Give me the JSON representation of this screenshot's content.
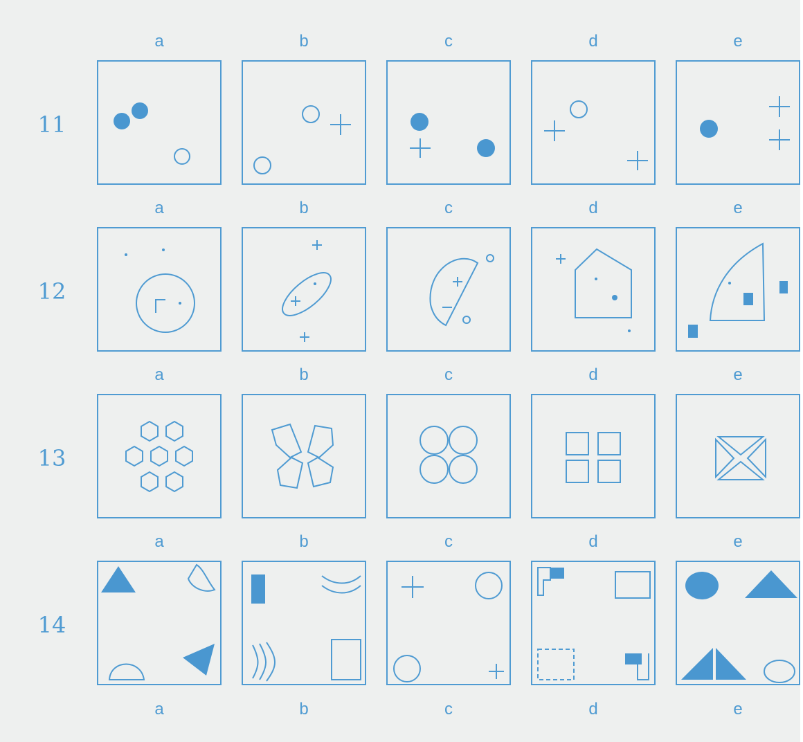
{
  "column_letters": [
    "a",
    "b",
    "c",
    "d",
    "e"
  ],
  "rows": [
    {
      "number": "11"
    },
    {
      "number": "12"
    },
    {
      "number": "13"
    },
    {
      "number": "14"
    }
  ],
  "colors": {
    "stroke": "#4f9bd2",
    "fill": "#4a97d0",
    "background": "#eef0ef"
  }
}
